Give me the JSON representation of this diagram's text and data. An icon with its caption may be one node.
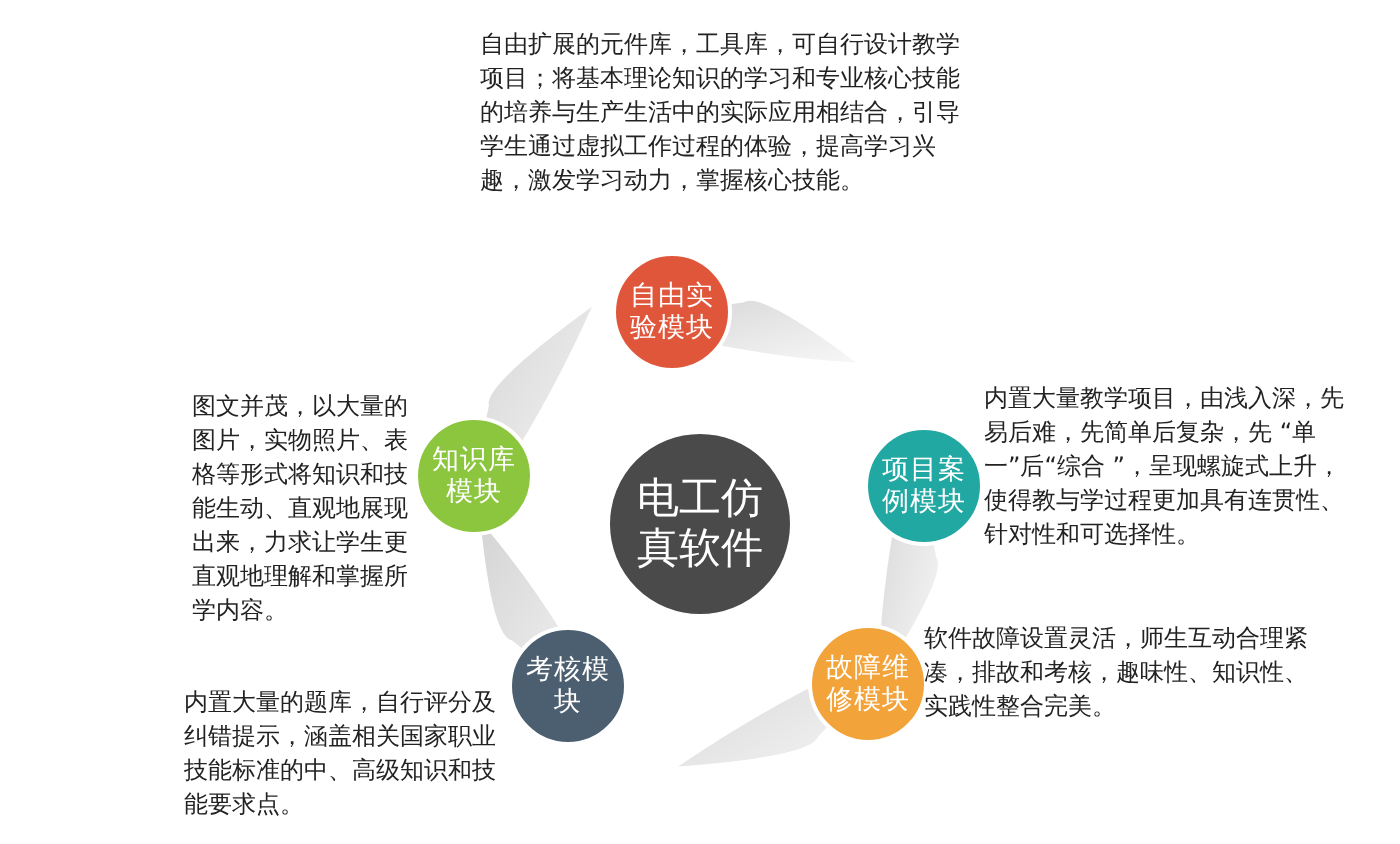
{
  "diagram": {
    "nodes": [
      {
        "text": [
          "电工仿真软件"
        ]
      },
      {
        "text": [
          "自由实验模块"
        ],
        "beside": [
          "自由扩展的元件库，工具库，可自行设计教学项目；将基本理论知识的学习和专业核心技能的培养与生产生活中的实际应用相结合，引导学生通过虚拟工作过程的体验，提高学习兴趣，激发学习动力，掌握核心技能。"
        ]
      },
      {
        "text": [
          "项目案例模块"
        ],
        "beside": [
          "内置大量教学项目，由浅入深，先易后难，先简单后复杂，先 “单一”后“综合 ”，呈现螺旋式上升，使得教与学过程更加具有连贯性、针对性和可选择性。"
        ]
      },
      {
        "text": [
          "故障维修模块"
        ],
        "beside": [
          "软件故障设置灵活，师生互动合理紧凑，排故和考核，趣味性、知识性、实践性整合完美。"
        ]
      },
      {
        "text": [
          "考核模块"
        ],
        "beside": [
          "内置大量的题库，自行评分及纠错提示，涵盖相关国家职业技能标准的中、高级知识和技能要求点。"
        ]
      },
      {
        "text": [
          "知识库模块"
        ],
        "beside": [
          "图文并茂，以大量的图片，实物照片、表格等形式将知识和技能生动、直观地展现出来，力求让学生更直观地理解和掌握所学内容。"
        ]
      }
    ]
  }
}
